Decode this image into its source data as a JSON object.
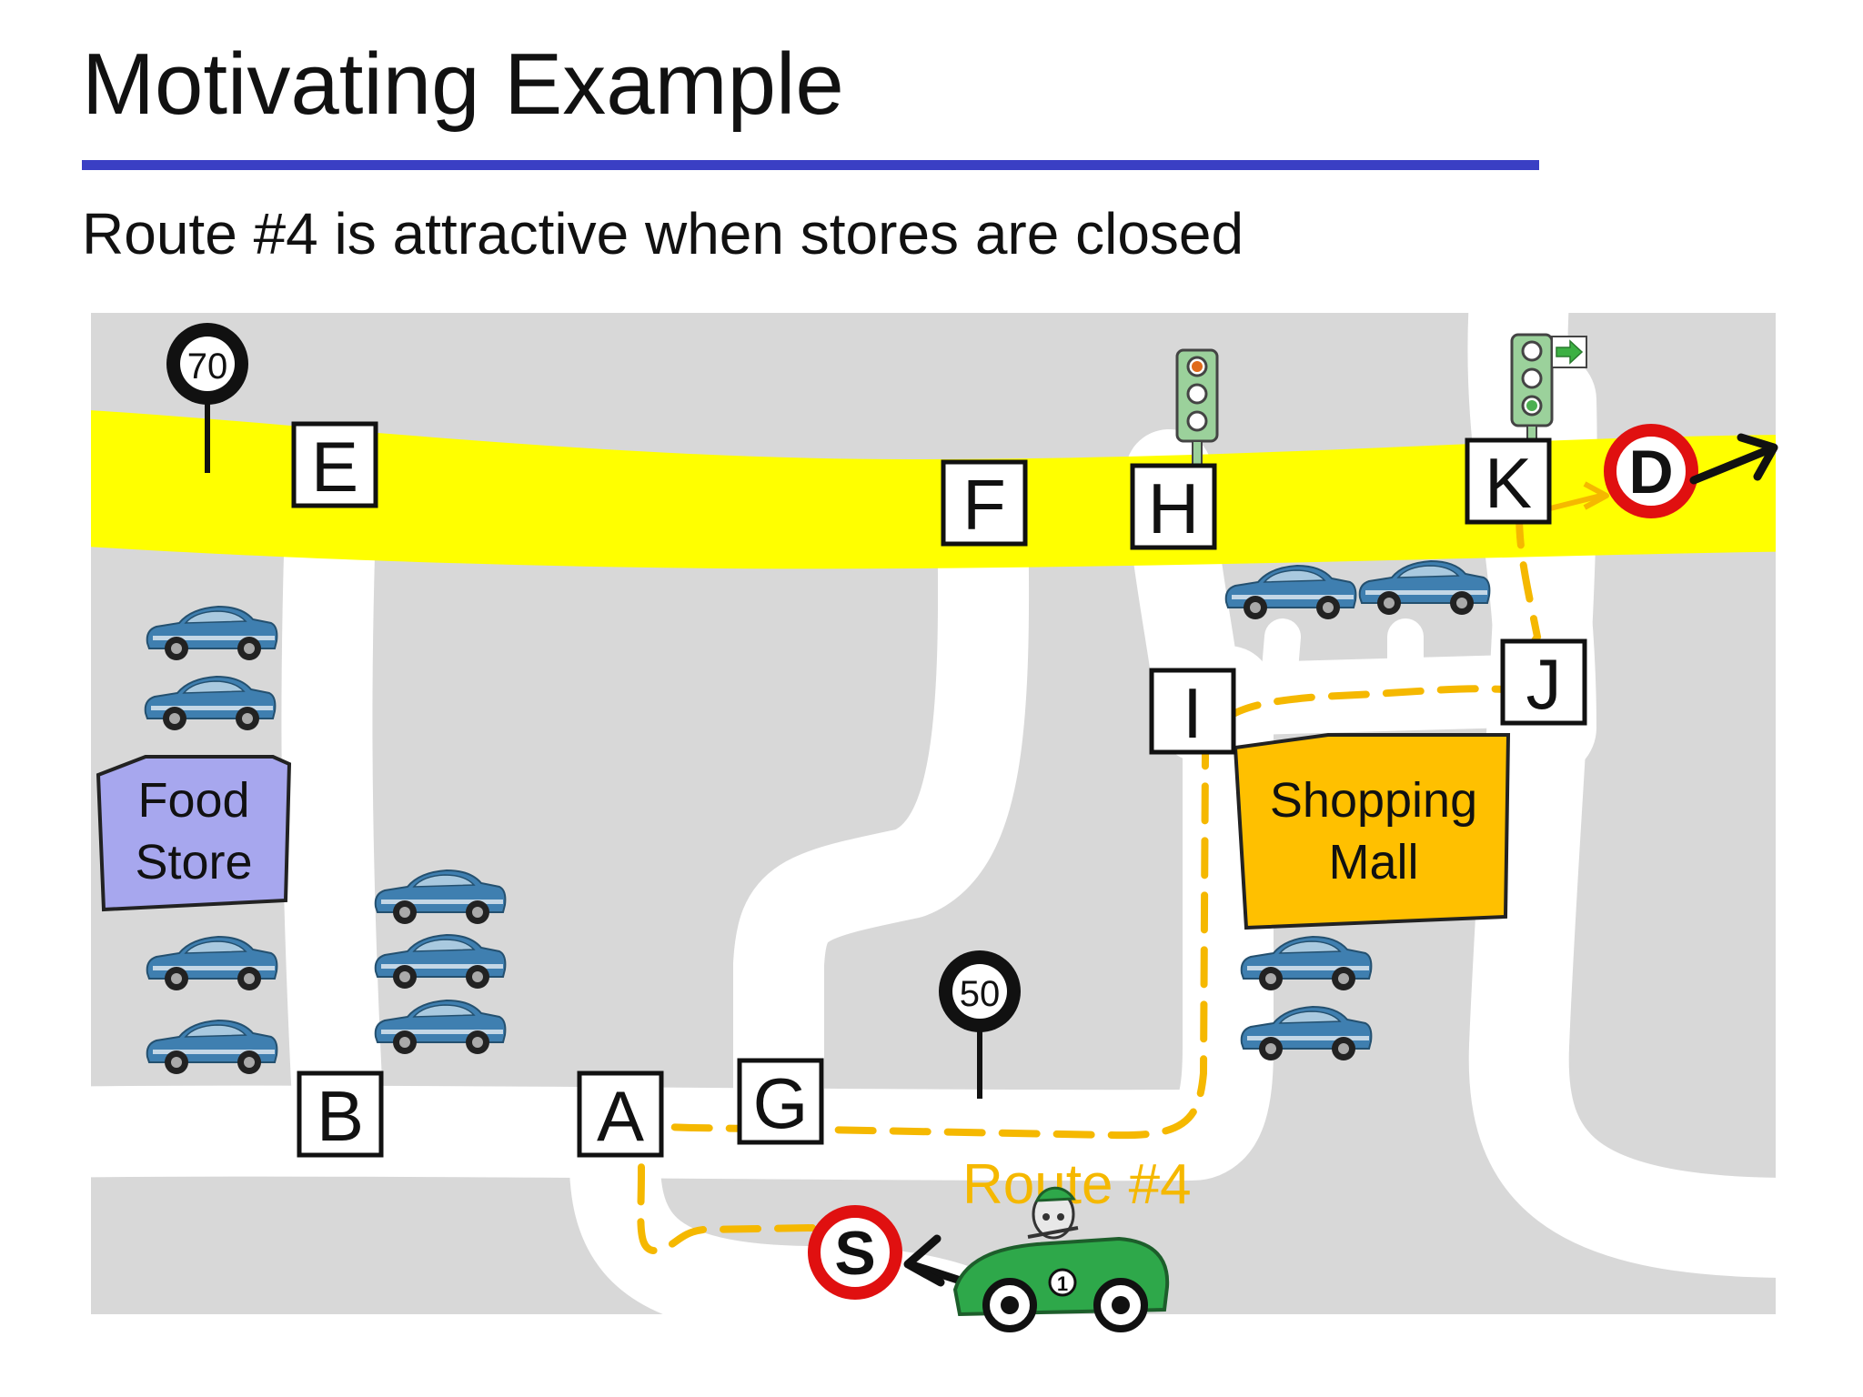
{
  "slide": {
    "title": "Motivating Example",
    "subtitle": "Route #4 is attractive when stores are closed"
  },
  "colors": {
    "title_rule": "#3a3fc4",
    "map_background": "#d8d8d8",
    "road": "#ffffff",
    "highway": "#ffff00",
    "route": "#f5b800",
    "food_store": "#a7a7ee",
    "shopping_mall": "#ffc000",
    "marker_ring": "#e01010",
    "race_car": "#2ea84a",
    "parked_car": "#3f7fb0"
  },
  "speed_signs": [
    {
      "id": "sign-70",
      "value": "70"
    },
    {
      "id": "sign-50",
      "value": "50"
    }
  ],
  "intersections": {
    "A": "A",
    "B": "B",
    "E": "E",
    "F": "F",
    "G": "G",
    "H": "H",
    "I": "I",
    "J": "J",
    "K": "K"
  },
  "endpoints": {
    "start": "S",
    "destination": "D"
  },
  "buildings": {
    "food_store": {
      "line1": "Food",
      "line2": "Store"
    },
    "shopping_mall": {
      "line1": "Shopping",
      "line2": "Mall"
    }
  },
  "route": {
    "label": "Route #4",
    "path": [
      "S",
      "A",
      "G",
      "I",
      "J",
      "K",
      "D"
    ]
  },
  "icons": {
    "traffic_light": "traffic-light-icon",
    "turn_arrow": "green-arrow-right-icon",
    "parked_car": "parked-car-icon",
    "race_car": "race-car-icon"
  },
  "car_number": "1"
}
